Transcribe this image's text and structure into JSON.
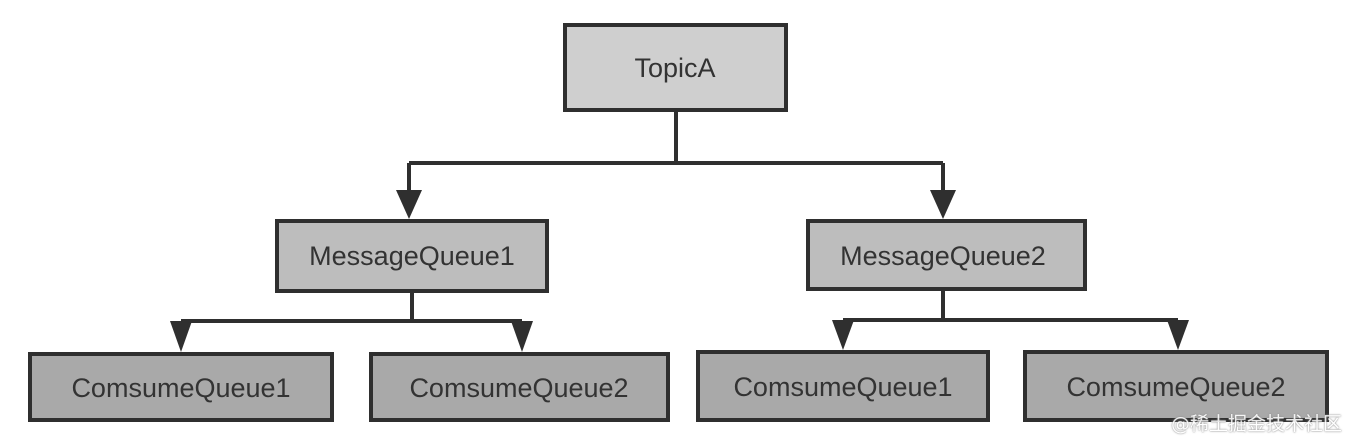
{
  "colors": {
    "topic_fill": "#cfcfcf",
    "message_queue_fill": "#bdbdbd",
    "consume_queue_fill": "#a9a9a9",
    "stroke": "#2f2f2f"
  },
  "diagram": {
    "topic": {
      "label": "TopicA"
    },
    "message_queues": [
      {
        "label": "MessageQueue1",
        "consume_queues": [
          {
            "label": "ComsumeQueue1"
          },
          {
            "label": "ComsumeQueue2"
          }
        ]
      },
      {
        "label": "MessageQueue2",
        "consume_queues": [
          {
            "label": "ComsumeQueue1"
          },
          {
            "label": "ComsumeQueue2"
          }
        ]
      }
    ]
  },
  "watermark": "@稀土掘金技术社区"
}
